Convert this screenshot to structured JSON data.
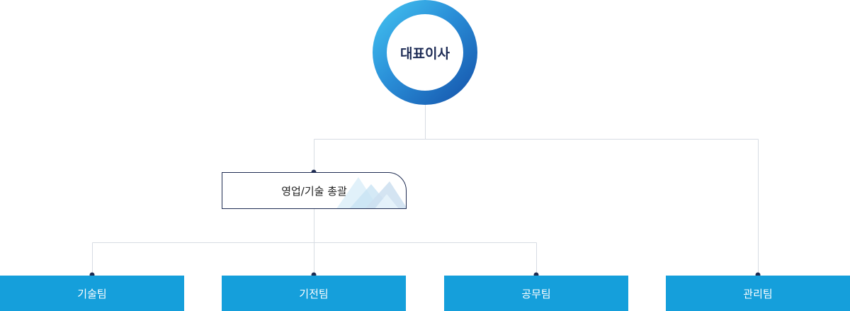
{
  "ceo": {
    "label": "대표이사"
  },
  "division": {
    "label": "영업/기술 총괄"
  },
  "teams": [
    {
      "label": "기술팀"
    },
    {
      "label": "기전팀"
    },
    {
      "label": "공무팀"
    },
    {
      "label": "관리팀"
    }
  ],
  "colors": {
    "team_fill": "#159fdb",
    "ring_start": "#45c7f2",
    "ring_end": "#1450a8",
    "connector_line": "#d7dce3",
    "node_dot": "#1f2c52",
    "label_dark": "#1d2b55"
  }
}
